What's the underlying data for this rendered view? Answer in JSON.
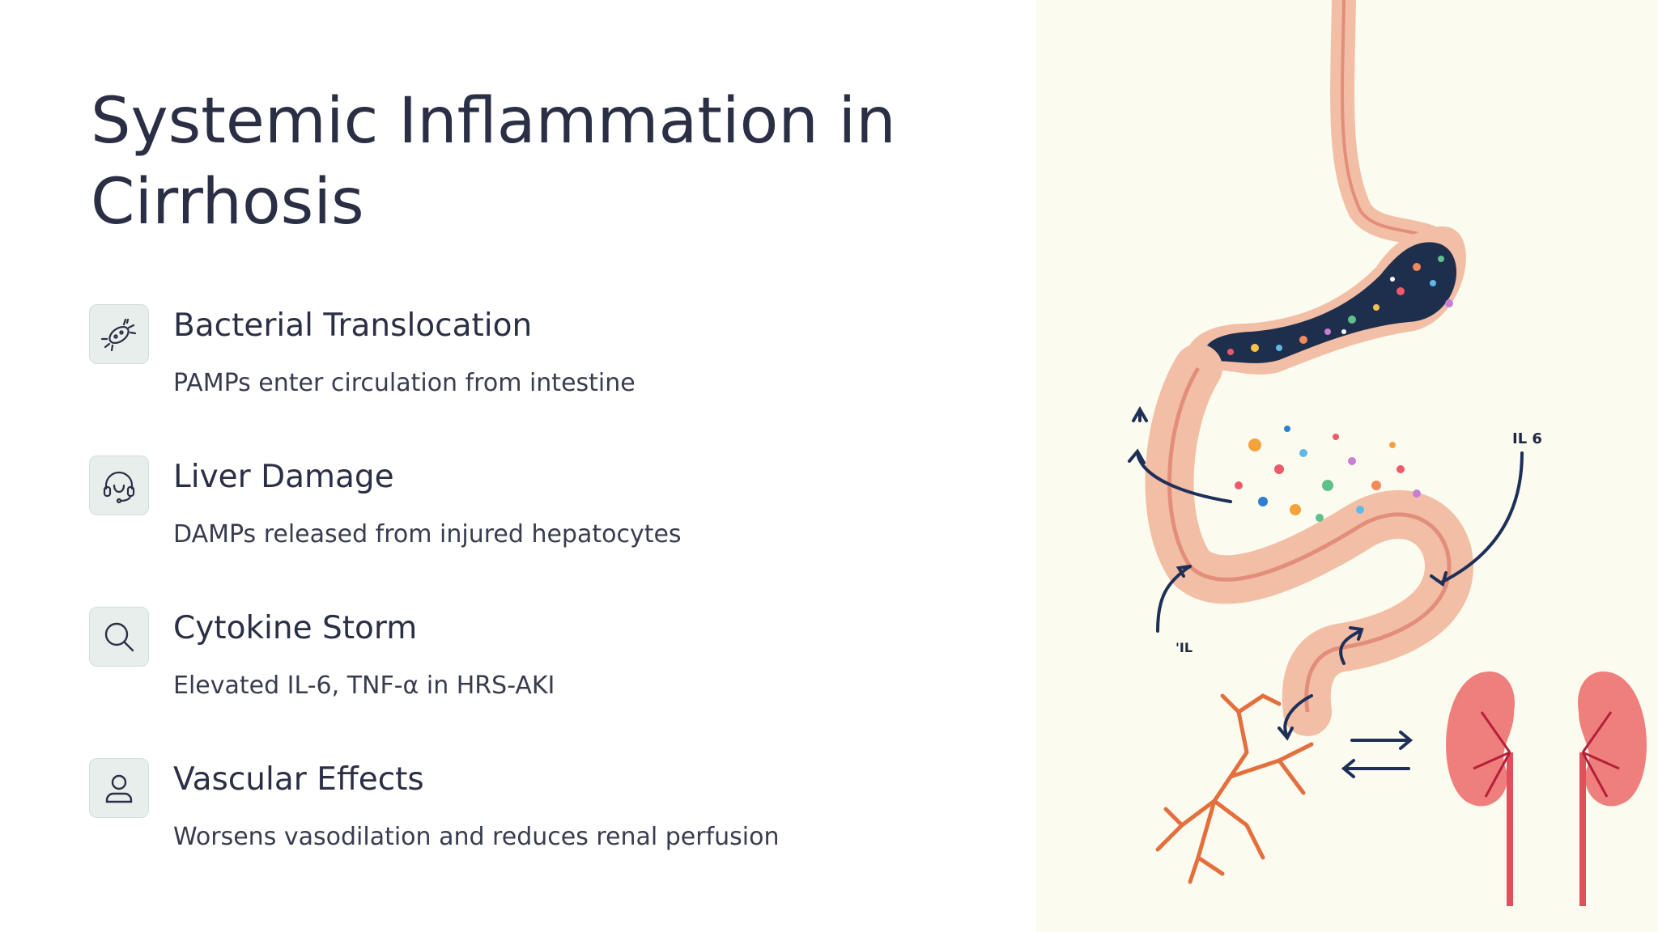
{
  "slide": {
    "title": "Systemic Inflammation in Cirrhosis",
    "items": [
      {
        "icon": "bacteria-icon",
        "title": "Bacterial Translocation",
        "description": "PAMPs enter circulation from intestine"
      },
      {
        "icon": "liver-headset-icon",
        "title": "Liver Damage",
        "description": "DAMPs released from injured hepatocytes"
      },
      {
        "icon": "search-icon",
        "title": "Cytokine Storm",
        "description": "Elevated IL-6, TNF-α in HRS-AKI"
      },
      {
        "icon": "person-icon",
        "title": "Vascular Effects",
        "description": "Worsens vasodilation and reduces renal perfusion"
      }
    ]
  },
  "illustration": {
    "label_right": "IL 6",
    "label_left": "'IL",
    "colors": {
      "tract": "#f2bfa6",
      "tract_line": "#e38e7a",
      "lumen": "#1e2f4d",
      "arrow": "#1f3058",
      "kidney": "#ef7f7c",
      "vessel": "#e46f3c",
      "background": "#fcfbf0"
    }
  }
}
